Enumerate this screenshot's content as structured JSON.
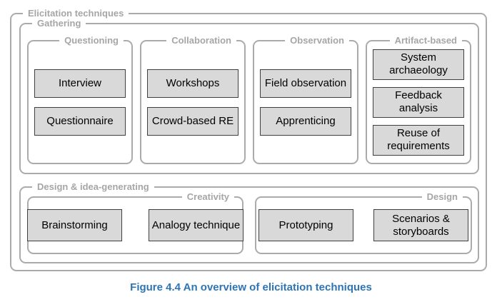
{
  "caption": {
    "text": "Figure 4.4 An overview of elicitation techniques"
  },
  "diagram": {
    "title": "Elicitation techniques",
    "sections": [
      {
        "label": "Gathering",
        "groups": [
          {
            "label": "Questioning",
            "items": [
              "Interview",
              "Questionnaire"
            ]
          },
          {
            "label": "Collaboration",
            "items": [
              "Workshops",
              "Crowd-based RE"
            ]
          },
          {
            "label": "Observation",
            "items": [
              "Field observation",
              "Apprenticing"
            ]
          },
          {
            "label": "Artifact-based",
            "items": [
              "System archaeology",
              "Feedback analysis",
              "Reuse of requirements"
            ]
          }
        ]
      },
      {
        "label": "Design & idea-generating",
        "groups": [
          {
            "label": "Creativity",
            "items": [
              "Brainstorming",
              "Analogy technique"
            ]
          },
          {
            "label": "Design",
            "items": [
              "Prototyping",
              "Scenarios & storyboards"
            ]
          }
        ]
      }
    ]
  },
  "colors": {
    "frame_border": "#ababab",
    "frame_label": "#a6a6a6",
    "button_fill": "#d9d9d9",
    "button_border": "#3f3f3f",
    "button_text": "#000000",
    "caption_blue": "#2e74b5",
    "background": "#ffffff"
  }
}
